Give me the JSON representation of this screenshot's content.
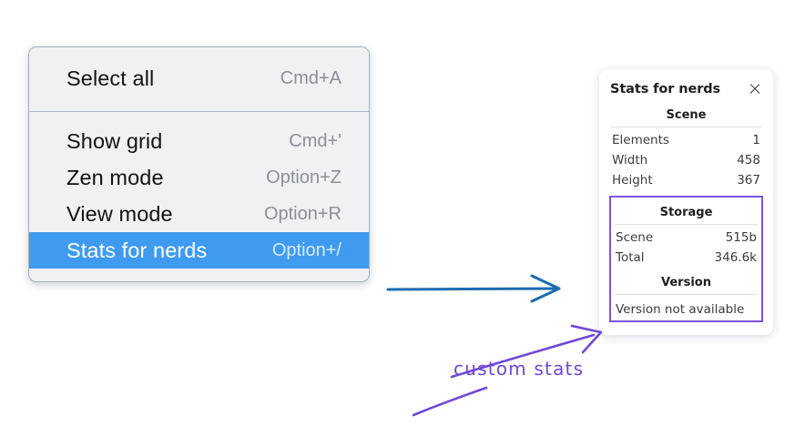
{
  "canvas": {
    "background": "#ffffff",
    "accent_blue": "#3f9bef",
    "arrow_blue": "#1b6cb0",
    "accent_purple": "#7c52e0"
  },
  "context_menu": {
    "groups": [
      {
        "items": [
          {
            "label": "Select all",
            "shortcut": "Cmd+A",
            "selected": false,
            "name": "select-all"
          }
        ]
      },
      {
        "items": [
          {
            "label": "Show grid",
            "shortcut": "Cmd+'",
            "selected": false,
            "name": "show-grid"
          },
          {
            "label": "Zen mode",
            "shortcut": "Option+Z",
            "selected": false,
            "name": "zen-mode"
          },
          {
            "label": "View mode",
            "shortcut": "Option+R",
            "selected": false,
            "name": "view-mode"
          },
          {
            "label": "Stats for nerds",
            "shortcut": "Option+/",
            "selected": true,
            "name": "stats-for-nerds"
          }
        ]
      }
    ]
  },
  "stats_panel": {
    "title": "Stats for nerds",
    "close_icon": "close-icon",
    "scene": {
      "heading": "Scene",
      "rows": [
        {
          "key": "Elements",
          "value": "1"
        },
        {
          "key": "Width",
          "value": "458"
        },
        {
          "key": "Height",
          "value": "367"
        }
      ]
    },
    "storage": {
      "heading": "Storage",
      "rows": [
        {
          "key": "Scene",
          "value": "515b"
        },
        {
          "key": "Total",
          "value": "346.6k"
        }
      ]
    },
    "version": {
      "heading": "Version",
      "text": "Version not available"
    }
  },
  "annotations": {
    "custom_stats_label": "custom stats",
    "blue_arrow": "arrow-right-icon",
    "purple_arrow_upper": "arrow-up-right-icon",
    "purple_arrow_lower": "arrow-up-right-icon"
  }
}
